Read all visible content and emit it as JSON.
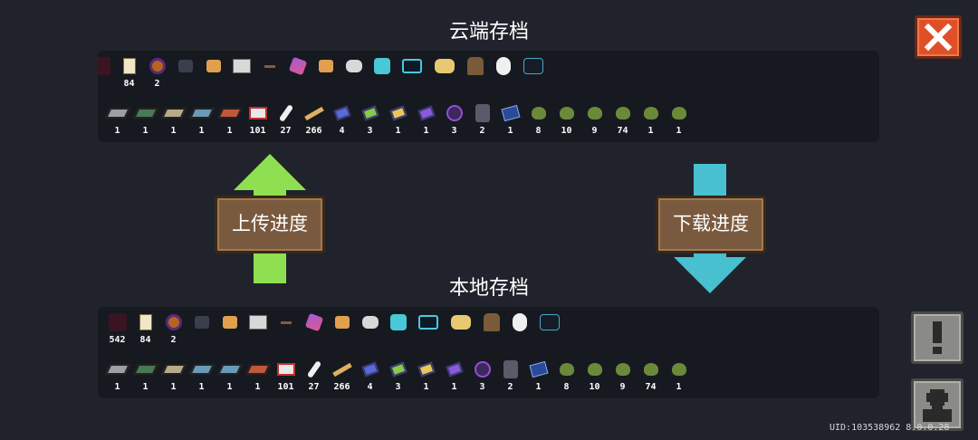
{
  "screen": {
    "cloud_title": "云端存档",
    "local_title": "本地存档",
    "upload_label": "上传进度",
    "download_label": "下载进度",
    "uid_text": "UID:103538962 8.0.0.28"
  },
  "colors": {
    "background": "#20232b",
    "panel": "#161a20",
    "upload_arrow": "#8fe050",
    "download_arrow": "#48c0d0",
    "close_button": "#e05028",
    "wood_button": "#7a5a3e"
  },
  "cloud": {
    "row1": [
      {
        "icon": "demon-pet-icon",
        "count": ""
      },
      {
        "icon": "card-icon",
        "count": "84"
      },
      {
        "icon": "amulet-icon",
        "count": "2"
      },
      {
        "icon": "dark-cat-icon",
        "count": ""
      },
      {
        "icon": "orange-cat-icon",
        "count": ""
      },
      {
        "icon": "tap-block-icon",
        "count": ""
      },
      {
        "icon": "stick-icon",
        "count": ""
      },
      {
        "icon": "rocket-icon",
        "count": ""
      },
      {
        "icon": "orange-cat-icon",
        "count": ""
      },
      {
        "icon": "gray-cat-icon",
        "count": ""
      },
      {
        "icon": "cyan-cat-icon",
        "count": ""
      },
      {
        "icon": "tv-pet-icon",
        "count": ""
      },
      {
        "icon": "gold-pet-icon",
        "count": ""
      },
      {
        "icon": "adventurer-icon",
        "count": ""
      },
      {
        "icon": "snowman-icon",
        "count": ""
      },
      {
        "icon": "black-cat-icon",
        "count": ""
      }
    ],
    "row2": [
      {
        "icon": "gray-tile-icon",
        "count": "1"
      },
      {
        "icon": "green-tile-icon",
        "count": "1"
      },
      {
        "icon": "tan-tile-icon",
        "count": "1"
      },
      {
        "icon": "teal-tile-icon",
        "count": "1"
      },
      {
        "icon": "red-tile-icon",
        "count": "1"
      },
      {
        "icon": "chip-icon",
        "count": "101"
      },
      {
        "icon": "feather-icon",
        "count": "27"
      },
      {
        "icon": "wood-stick-icon",
        "count": "266"
      },
      {
        "icon": "blue-card-icon",
        "count": "4"
      },
      {
        "icon": "green-card-icon",
        "count": "3"
      },
      {
        "icon": "yellow-card-icon",
        "count": "1"
      },
      {
        "icon": "purple-card-icon",
        "count": "1"
      },
      {
        "icon": "mask-icon",
        "count": "3"
      },
      {
        "icon": "robot-icon",
        "count": "2"
      },
      {
        "icon": "book-icon",
        "count": "1"
      },
      {
        "icon": "sprout-icon",
        "count": "8"
      },
      {
        "icon": "sprout-icon",
        "count": "10"
      },
      {
        "icon": "sprout-icon",
        "count": "9"
      },
      {
        "icon": "sprout-icon",
        "count": "74"
      },
      {
        "icon": "sprout-icon",
        "count": "1"
      },
      {
        "icon": "sprout-icon",
        "count": "1"
      }
    ]
  },
  "local": {
    "row1": [
      {
        "icon": "demon-pet-icon",
        "count": "542"
      },
      {
        "icon": "card-icon",
        "count": "84"
      },
      {
        "icon": "amulet-icon",
        "count": "2"
      },
      {
        "icon": "dark-cat-icon",
        "count": ""
      },
      {
        "icon": "orange-cat-icon",
        "count": ""
      },
      {
        "icon": "tap-block-icon",
        "count": ""
      },
      {
        "icon": "stick-icon",
        "count": ""
      },
      {
        "icon": "rocket-icon",
        "count": ""
      },
      {
        "icon": "orange-cat-icon",
        "count": ""
      },
      {
        "icon": "gray-cat-icon",
        "count": ""
      },
      {
        "icon": "cyan-cat-icon",
        "count": ""
      },
      {
        "icon": "tv-pet-icon",
        "count": ""
      },
      {
        "icon": "gold-pet-icon",
        "count": ""
      },
      {
        "icon": "adventurer-icon",
        "count": ""
      },
      {
        "icon": "snowman-icon",
        "count": ""
      },
      {
        "icon": "black-cat-icon",
        "count": ""
      }
    ],
    "row2": [
      {
        "icon": "gray-tile-icon",
        "count": "1"
      },
      {
        "icon": "green-tile-icon",
        "count": "1"
      },
      {
        "icon": "tan-tile-icon",
        "count": "1"
      },
      {
        "icon": "teal-tile-icon",
        "count": "1"
      },
      {
        "icon": "teal-tile-icon",
        "count": "1"
      },
      {
        "icon": "red-tile-icon",
        "count": "1"
      },
      {
        "icon": "chip-icon",
        "count": "101"
      },
      {
        "icon": "feather-icon",
        "count": "27"
      },
      {
        "icon": "wood-stick-icon",
        "count": "266"
      },
      {
        "icon": "blue-card-icon",
        "count": "4"
      },
      {
        "icon": "green-card-icon",
        "count": "3"
      },
      {
        "icon": "yellow-card-icon",
        "count": "1"
      },
      {
        "icon": "purple-card-icon",
        "count": "1"
      },
      {
        "icon": "mask-icon",
        "count": "3"
      },
      {
        "icon": "robot-icon",
        "count": "2"
      },
      {
        "icon": "book-icon",
        "count": "1"
      },
      {
        "icon": "sprout-icon",
        "count": "8"
      },
      {
        "icon": "sprout-icon",
        "count": "10"
      },
      {
        "icon": "sprout-icon",
        "count": "9"
      },
      {
        "icon": "sprout-icon",
        "count": "74"
      },
      {
        "icon": "sprout-icon",
        "count": "1"
      }
    ]
  }
}
